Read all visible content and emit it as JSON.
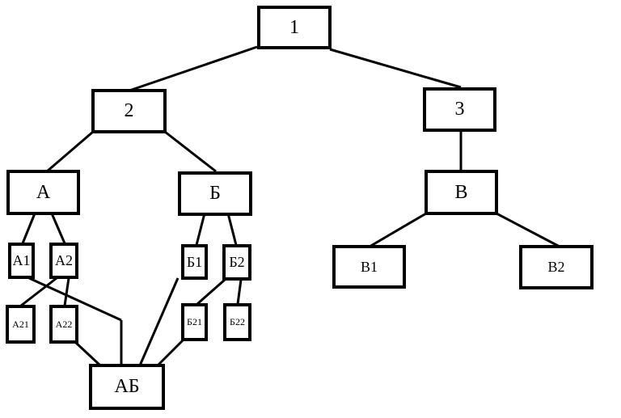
{
  "nodes": {
    "n1": "1",
    "n2": "2",
    "n3": "3",
    "a": "А",
    "b": "Б",
    "v": "В",
    "a1": "А1",
    "a2": "А2",
    "b1": "Б1",
    "b2": "Б2",
    "v1": "В1",
    "v2": "В2",
    "a21": "А21",
    "a22": "А22",
    "b21": "Б21",
    "b22": "Б22",
    "ab": "АБ"
  },
  "colors": {
    "stroke": "#000000",
    "background": "#ffffff"
  }
}
